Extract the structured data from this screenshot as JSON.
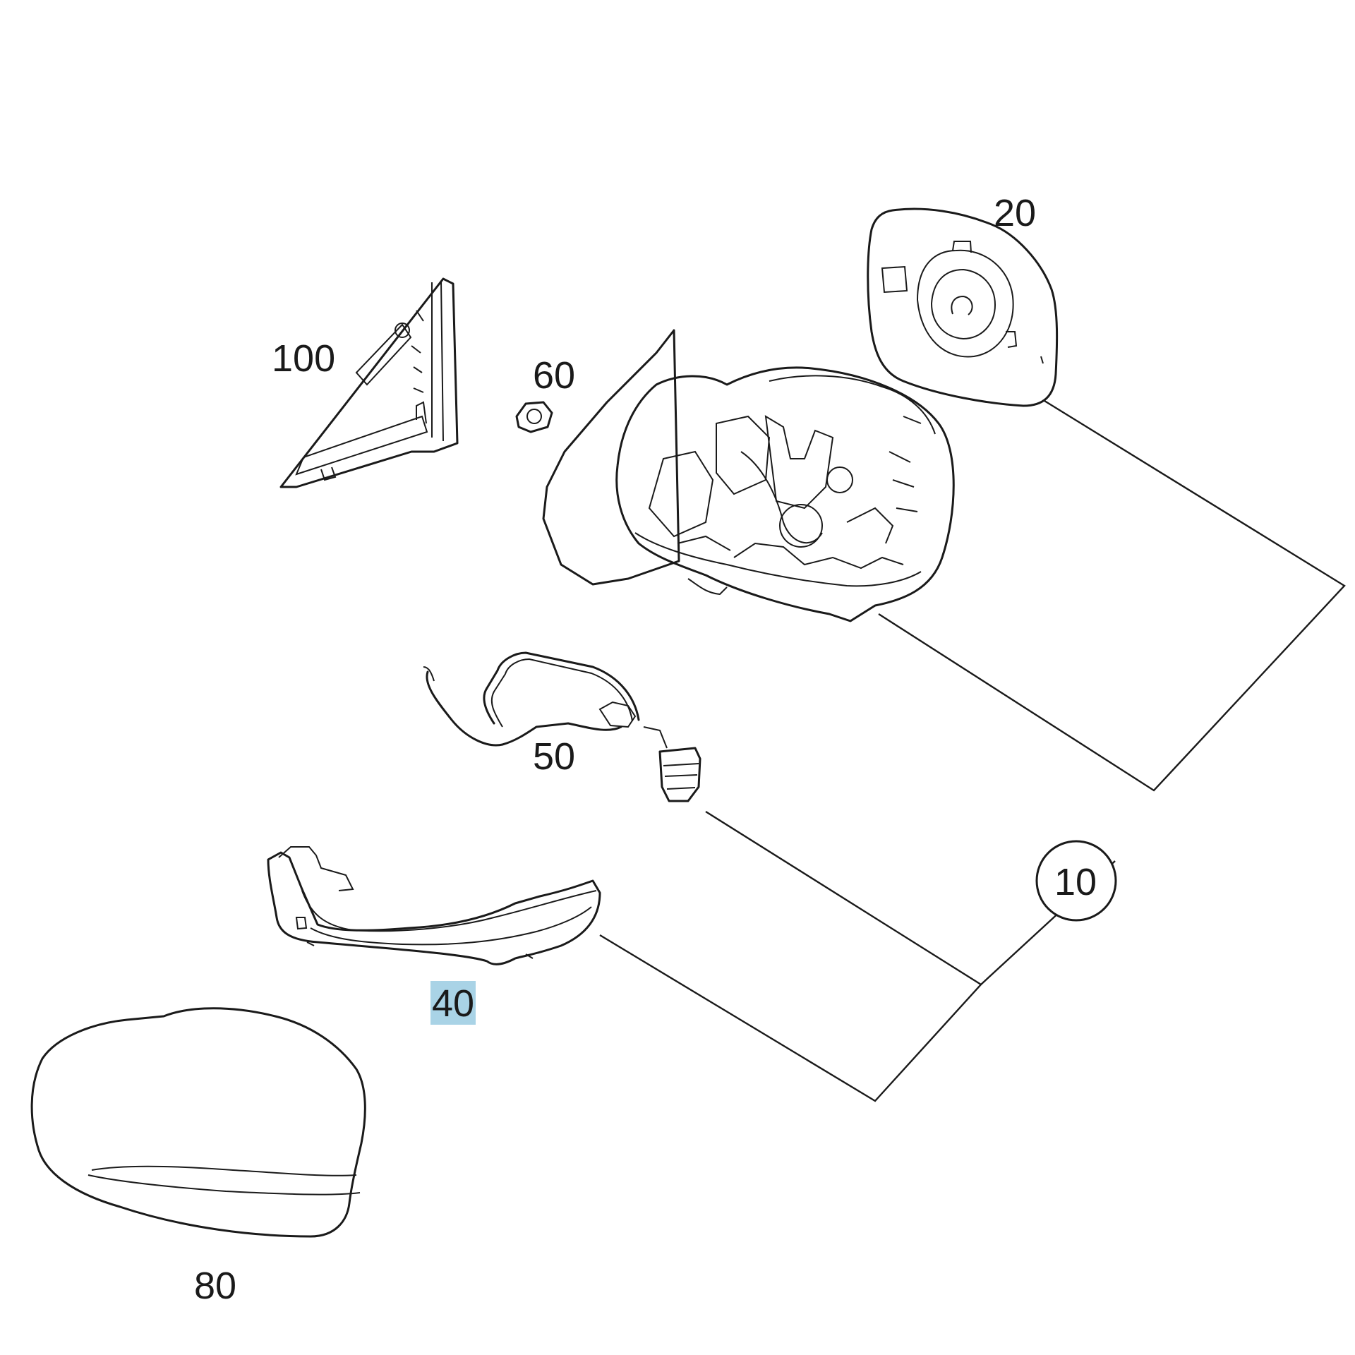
{
  "callouts": {
    "part_10": "10",
    "part_20": "20",
    "part_40": "40",
    "part_50": "50",
    "part_60": "60",
    "part_80": "80",
    "part_100": "100"
  },
  "colors": {
    "line": "#1a1a1a",
    "background": "#ffffff",
    "highlight": "#a9d3e6"
  }
}
